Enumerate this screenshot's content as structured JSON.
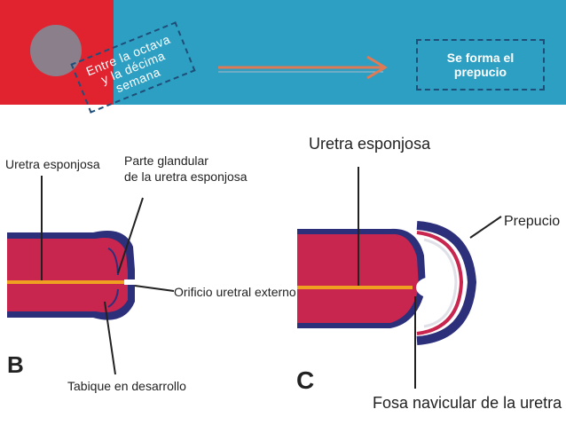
{
  "header": {
    "rotated_text_line1": "Entre la octava",
    "rotated_text_line2": "y la décima",
    "rotated_text_line3": "semana",
    "result_line1": "Se forma el",
    "result_line2": "prepucio"
  },
  "figure_b": {
    "letter": "B",
    "label_uretra": "Uretra esponjosa",
    "label_parte_line1": "Parte glandular",
    "label_parte_line2": "de la uretra esponjosa",
    "label_orificio": "Orificio uretral externo",
    "label_tabique": "Tabique en desarrollo"
  },
  "figure_c": {
    "letter": "C",
    "label_uretra": "Uretra esponjosa",
    "label_prepucio": "Prepucio",
    "label_fosa": "Fosa navicular de la uretra"
  },
  "colors": {
    "header_blue": "#2d9fc2",
    "header_red": "#e12330",
    "arrow": "#e07a55",
    "tissue_red": "#c8264f",
    "tissue_blue": "#2c2f7a",
    "urethra_orange": "#f0a020"
  }
}
